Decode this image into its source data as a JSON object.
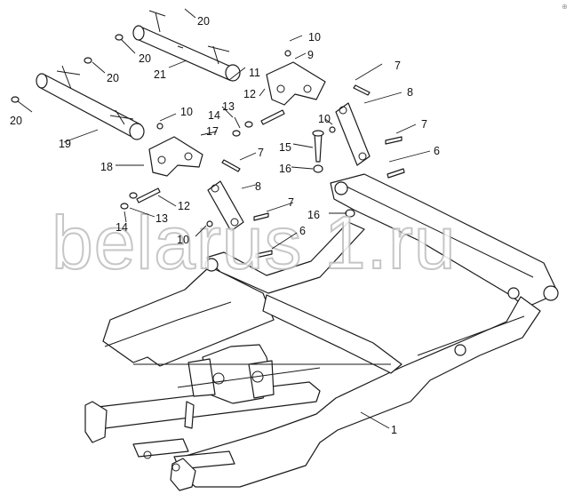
{
  "corner_glyph": "⊕",
  "watermark": "belarus 1.ru",
  "callouts": [
    {
      "id": "c20a",
      "text": "20"
    },
    {
      "id": "c10a",
      "text": "10"
    },
    {
      "id": "c20b",
      "text": "20"
    },
    {
      "id": "c9",
      "text": "9"
    },
    {
      "id": "c20c",
      "text": "20"
    },
    {
      "id": "c21",
      "text": "21"
    },
    {
      "id": "c11",
      "text": "11"
    },
    {
      "id": "c7a",
      "text": "7"
    },
    {
      "id": "c20d",
      "text": "20"
    },
    {
      "id": "c12a",
      "text": "12"
    },
    {
      "id": "c8a",
      "text": "8"
    },
    {
      "id": "c10b",
      "text": "10"
    },
    {
      "id": "c14a",
      "text": "14"
    },
    {
      "id": "c13a",
      "text": "13"
    },
    {
      "id": "c10c",
      "text": "10"
    },
    {
      "id": "c17",
      "text": "17"
    },
    {
      "id": "c7b",
      "text": "7"
    },
    {
      "id": "c19",
      "text": "19"
    },
    {
      "id": "c15",
      "text": "15"
    },
    {
      "id": "c16a",
      "text": "16"
    },
    {
      "id": "c6a",
      "text": "6"
    },
    {
      "id": "c18",
      "text": "18"
    },
    {
      "id": "c7c",
      "text": "7"
    },
    {
      "id": "c8b",
      "text": "8"
    },
    {
      "id": "c12b",
      "text": "12"
    },
    {
      "id": "c7d",
      "text": "7"
    },
    {
      "id": "c13b",
      "text": "13"
    },
    {
      "id": "c16b",
      "text": "16"
    },
    {
      "id": "c14b",
      "text": "14"
    },
    {
      "id": "c6b",
      "text": "6"
    },
    {
      "id": "c10d",
      "text": "10"
    },
    {
      "id": "c1",
      "text": "1"
    }
  ]
}
